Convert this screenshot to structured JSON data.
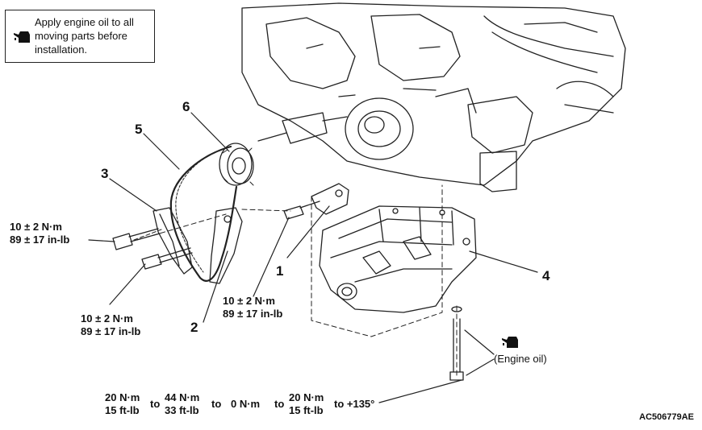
{
  "note": {
    "icon": "oil-can-icon",
    "text_line1": "Apply engine oil to all",
    "text_line2": "moving parts before",
    "text_line3": "installation."
  },
  "callouts": {
    "c1": "1",
    "c2": "2",
    "c3": "3",
    "c4": "4",
    "c5": "5",
    "c6": "6"
  },
  "torques": {
    "bolt_left_upper": {
      "nm": "10 ± 2 N·m",
      "inlb": "89 ± 17 in-lb"
    },
    "bolt_left_lower": {
      "nm": "10 ± 2 N·m",
      "inlb": "89 ± 17 in-lb"
    },
    "bolt_center": {
      "nm": "10 ± 2 N·m",
      "inlb": "89 ± 17 in-lb"
    }
  },
  "engine_oil_label": "(Engine oil)",
  "sequence": {
    "step1": {
      "nm": "20 N·m",
      "ftlb": "15 ft-lb"
    },
    "to1": "to",
    "step2": {
      "nm": "44 N·m",
      "ftlb": "33 ft-lb"
    },
    "to2": "to",
    "step3": "0 N·m",
    "to3": "to",
    "step4": {
      "nm": "20 N·m",
      "ftlb": "15 ft-lb"
    },
    "step5": "to +135°"
  },
  "figure_code": "AC506779AE"
}
